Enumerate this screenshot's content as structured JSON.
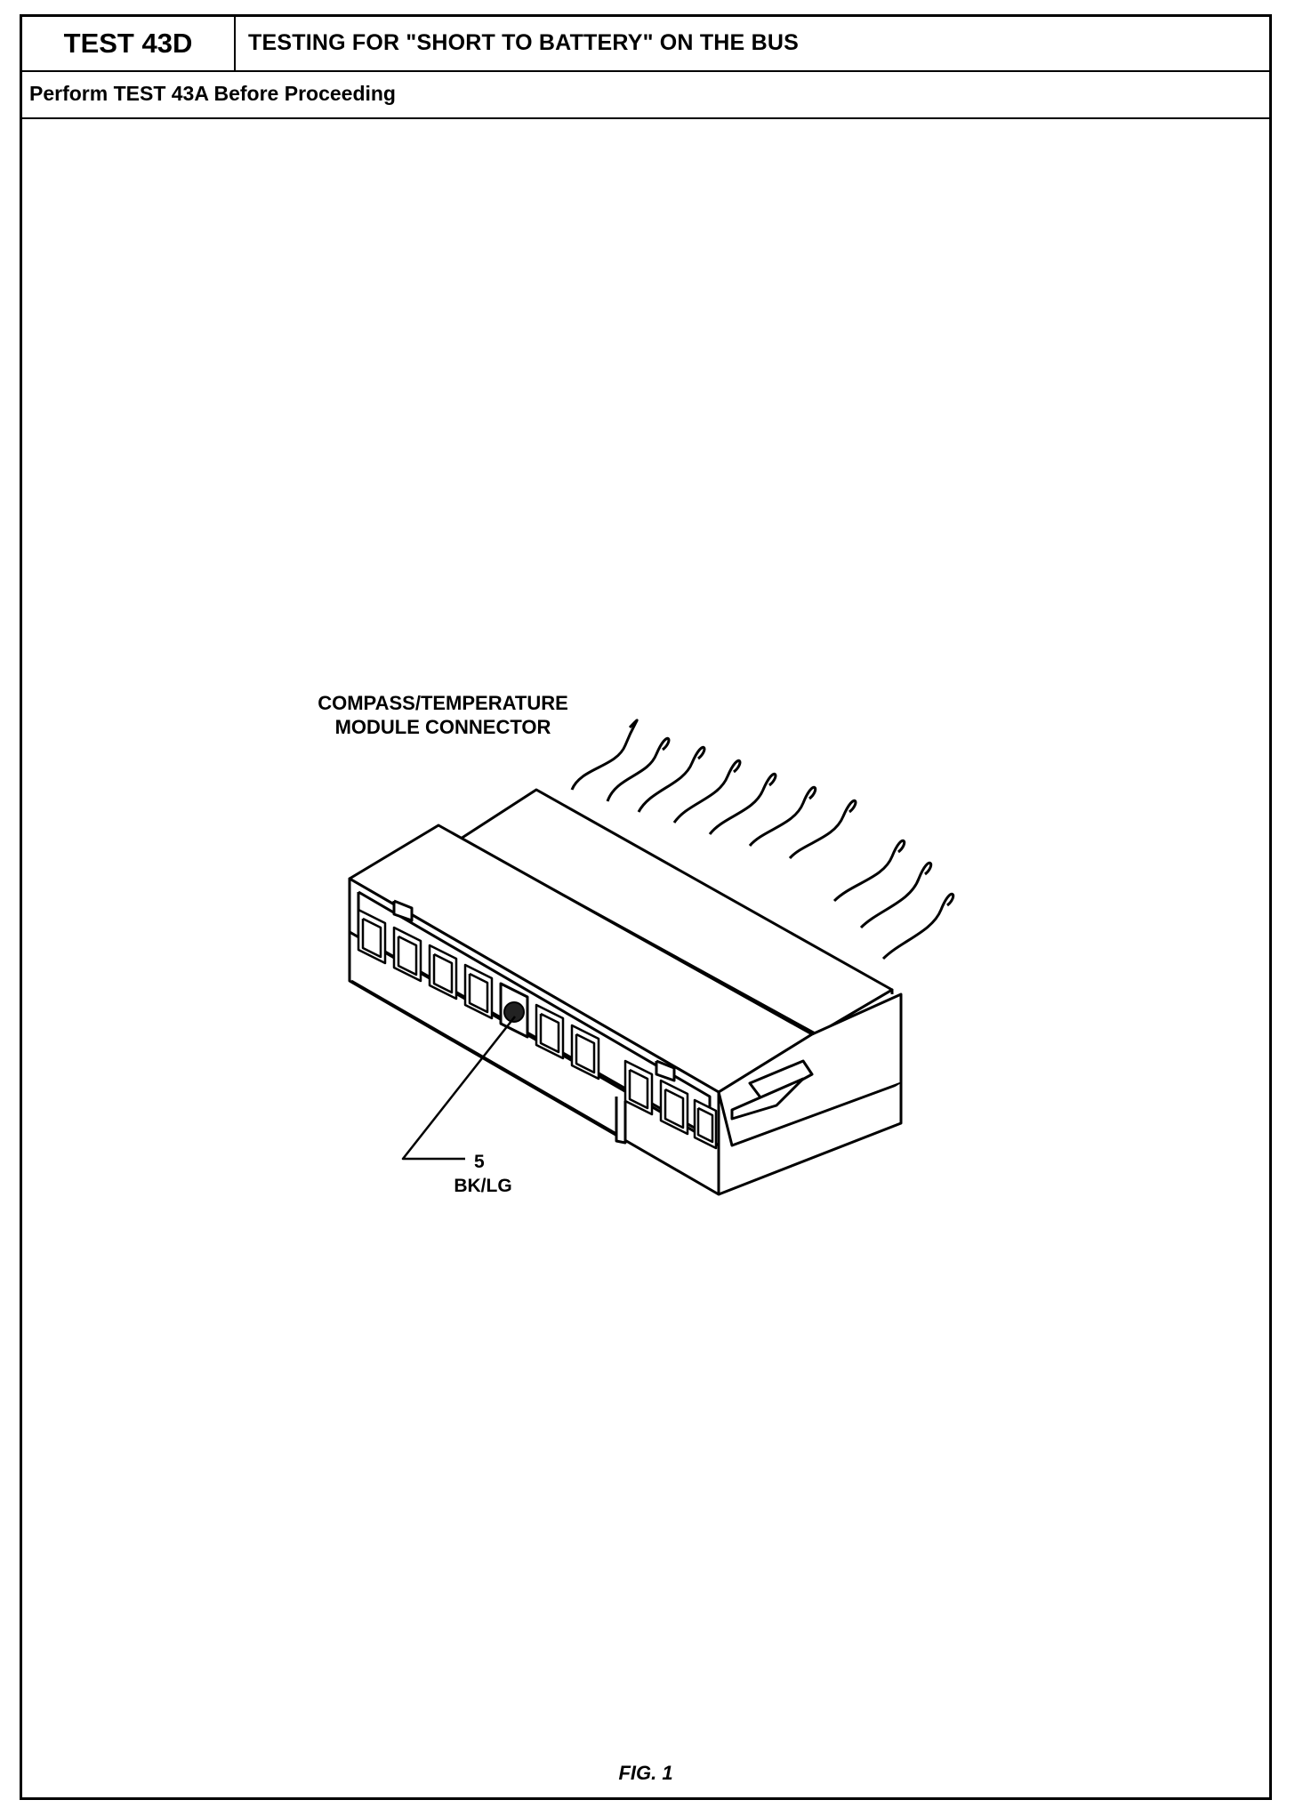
{
  "header": {
    "test_id": "TEST 43D",
    "title": "TESTING FOR \"SHORT TO BATTERY\" ON THE BUS"
  },
  "subheader": "Perform TEST 43A Before Proceeding",
  "figure": {
    "connector_label_line1": "COMPASS/TEMPERATURE",
    "connector_label_line2": "MODULE CONNECTOR",
    "pin_number": "5",
    "pin_wire_color": "BK/LG",
    "caption": "FIG. 1"
  }
}
